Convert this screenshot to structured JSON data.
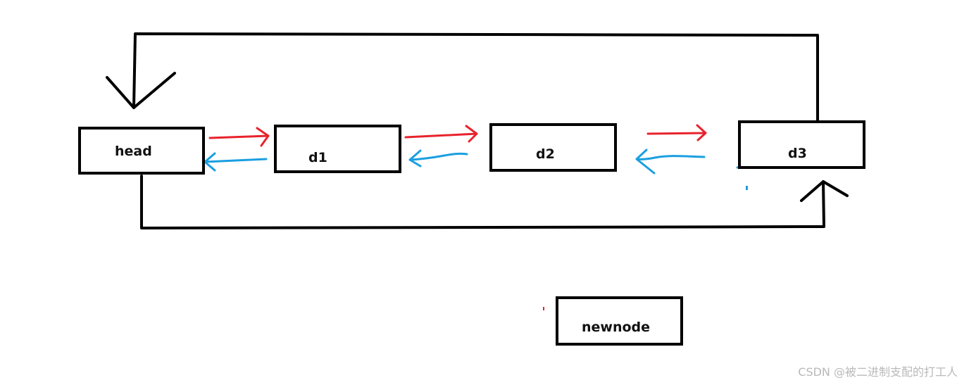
{
  "nodes": {
    "head": "head",
    "d1": "d1",
    "d2": "d2",
    "d3": "d3",
    "newnode": "newnode"
  },
  "watermark": "CSDN @被二进制支配的打工人",
  "colors": {
    "box_border": "#000000",
    "connector": "#000000",
    "next_arrow": "#e8232c",
    "prev_arrow": "#1a9fe0",
    "watermark": "#b9b9b9"
  }
}
